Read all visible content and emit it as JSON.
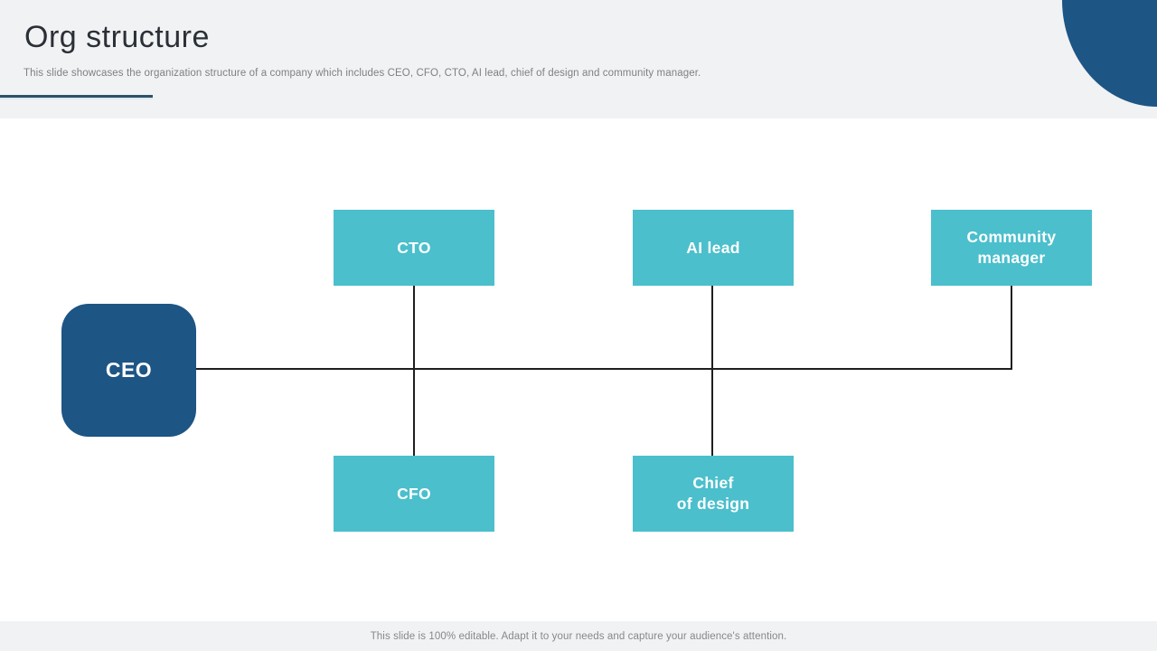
{
  "slide": {
    "title": "Org structure",
    "subtitle": "This slide showcases the organization structure of a company which includes CEO, CFO, CTO, AI lead, chief of design and community manager.",
    "footer_note": "This slide is 100% editable. Adapt it to your needs and capture your audience's attention."
  },
  "org_chart": {
    "root": {
      "label": "CEO"
    },
    "nodes": [
      {
        "label": "CTO"
      },
      {
        "label": "AI lead"
      },
      {
        "lines": [
          "Community",
          "manager"
        ]
      },
      {
        "label": "CFO"
      },
      {
        "lines": [
          "Chief",
          "of design"
        ]
      }
    ],
    "relations": "CEO connects to CTO, AI lead, Community manager, CFO and Chief of design"
  },
  "colors": {
    "accent_dark_blue": "#1d5585",
    "accent_teal": "#4bbfcc",
    "header_footer_bg": "#f1f2f4",
    "connector_line": "#1f1f1f",
    "title_text": "#2b3036",
    "muted_text": "#7e8184",
    "underline": "#2e5166"
  }
}
